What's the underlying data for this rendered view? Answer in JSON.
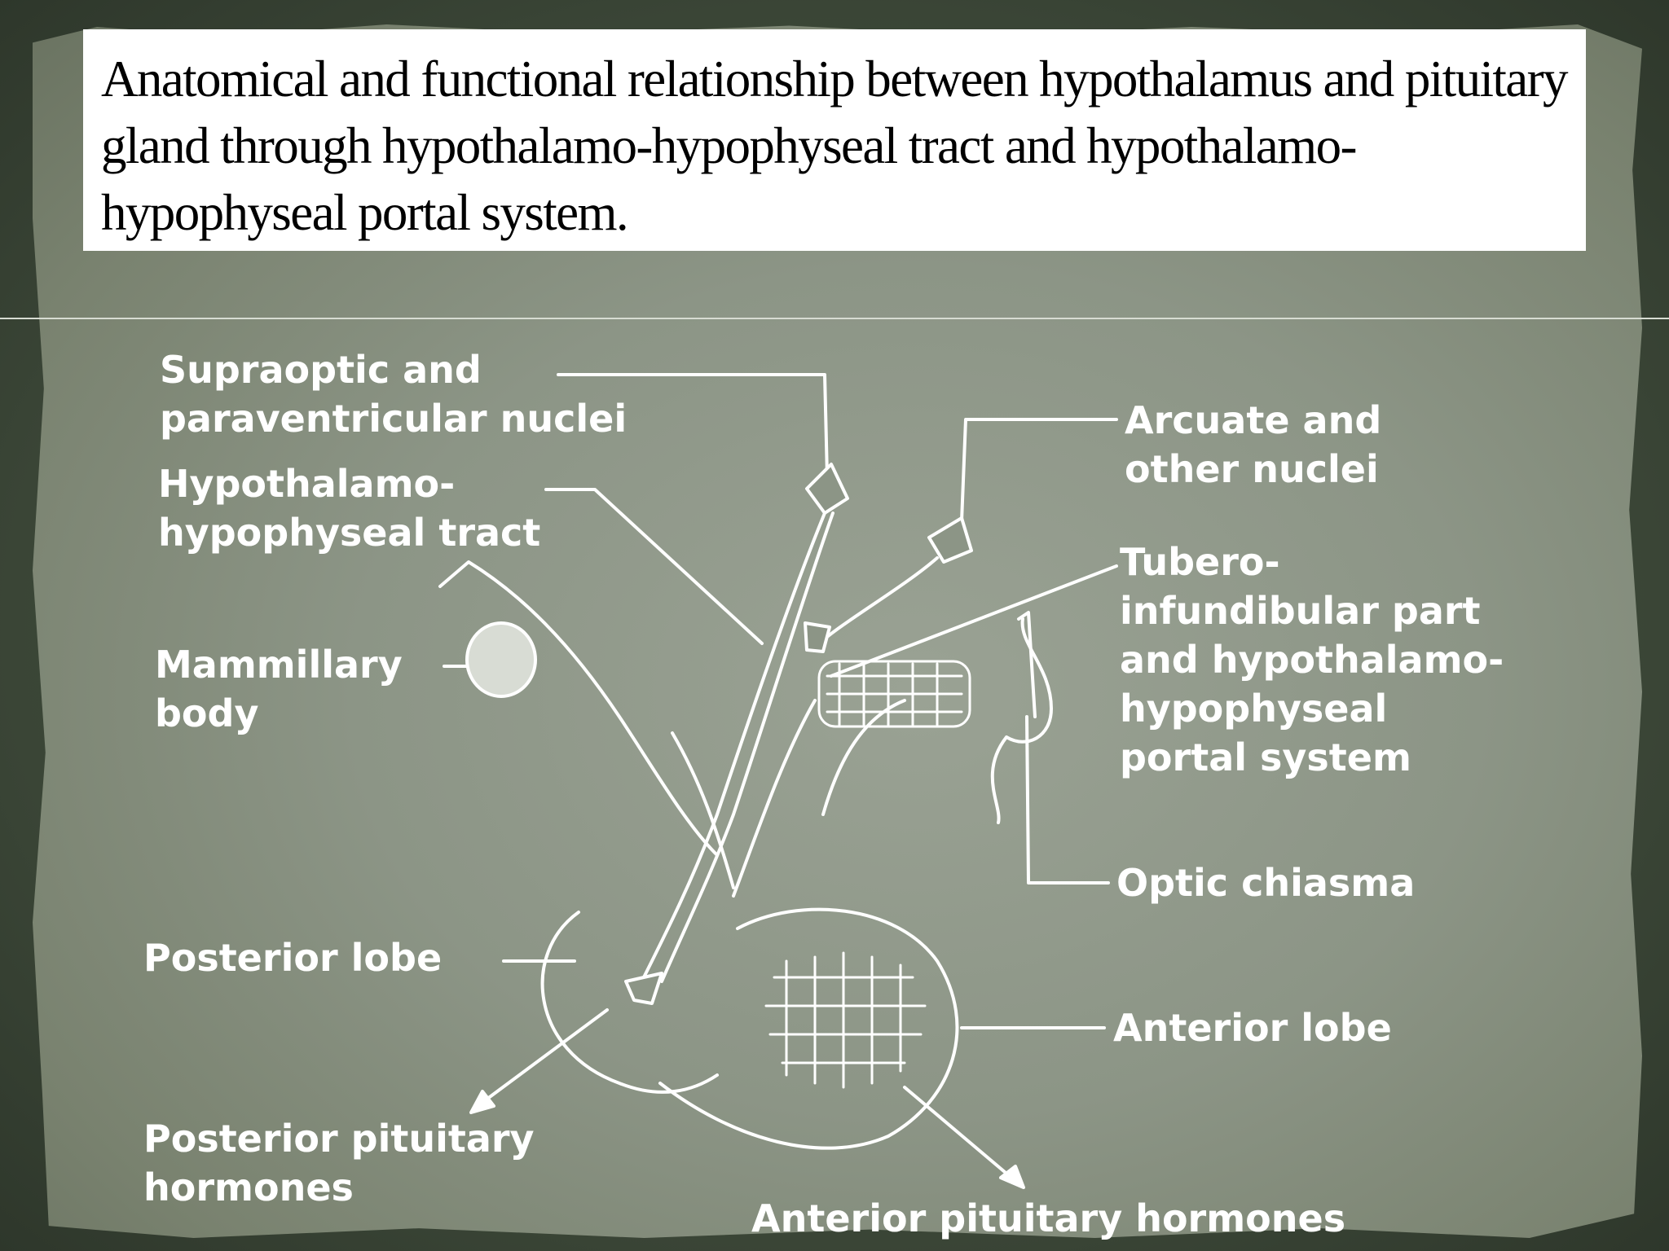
{
  "title": "Anatomical and functional relationship between hypothalamus and pituitary gland through hypothalamo-hypophyseal tract and hypothalamo-hypophyseal portal system.",
  "labels": {
    "supraoptic": "Supraoptic and\nparaventricular nuclei",
    "tract": "Hypothalamo-\nhypophyseal tract",
    "mammillary": "Mammillary\nbody",
    "posterior_lobe": "Posterior lobe",
    "posterior_hormones": "Posterior pituitary\nhormones",
    "arcuate": "Arcuate and\nother nuclei",
    "tubero": "Tubero-\ninfundibular part\nand hypothalamo-\nhypophyseal\nportal system",
    "optic": "Optic chiasma",
    "anterior_lobe": "Anterior lobe",
    "anterior_hormones": "Anterior pituitary hormones"
  },
  "colors": {
    "paper": "#8c9586",
    "frame": "#3f4a3b",
    "ink": "#ffffff"
  }
}
